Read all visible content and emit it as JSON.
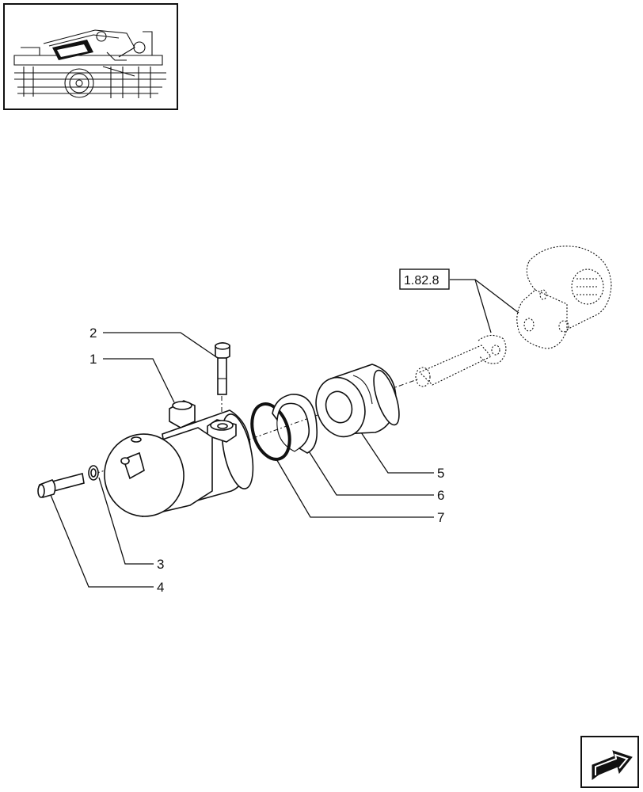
{
  "callouts": [
    {
      "id": "2",
      "label": "2"
    },
    {
      "id": "1",
      "label": "1"
    },
    {
      "id": "5",
      "label": "5"
    },
    {
      "id": "6",
      "label": "6"
    },
    {
      "id": "7",
      "label": "7"
    },
    {
      "id": "3",
      "label": "3"
    },
    {
      "id": "4",
      "label": "4"
    }
  ],
  "reference": {
    "label": "1.82.8"
  },
  "icons": {
    "thumbnail": "tractor-lift-assembly-thumbnail",
    "nav": "next-page-arrow-icon"
  }
}
